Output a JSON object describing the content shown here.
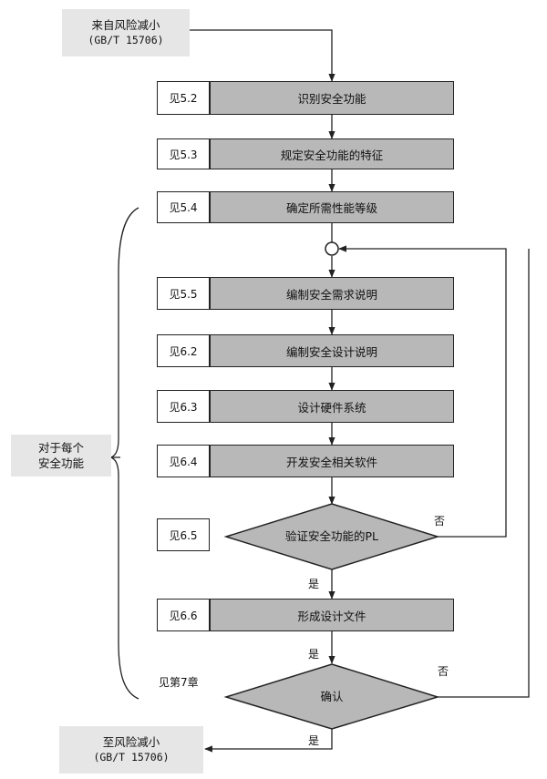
{
  "start": {
    "line1": "来自风险减小",
    "line2": "(GB/T 15706)"
  },
  "end": {
    "line1": "至风险减小",
    "line2": "(GB/T 15706)"
  },
  "steps": [
    {
      "ref": "见5.2",
      "label": "识别安全功能"
    },
    {
      "ref": "见5.3",
      "label": "规定安全功能的特征"
    },
    {
      "ref": "见5.4",
      "label": "确定所需性能等级"
    },
    {
      "ref": "见5.5",
      "label": "编制安全需求说明"
    },
    {
      "ref": "见6.2",
      "label": "编制安全设计说明"
    },
    {
      "ref": "见6.3",
      "label": "设计硬件系统"
    },
    {
      "ref": "见6.4",
      "label": "开发安全相关软件"
    },
    {
      "ref": "见6.6",
      "label": "形成设计文件"
    }
  ],
  "decisions": [
    {
      "ref": "见6.5",
      "label": "验证安全功能的PL",
      "yes": "是",
      "no": "否"
    },
    {
      "ref": "见第7章",
      "label": "确认",
      "yes": "是",
      "no": "否"
    }
  ],
  "extra_yes": "是",
  "loop_note": {
    "line1": "对于每个",
    "line2": "安全功能"
  }
}
